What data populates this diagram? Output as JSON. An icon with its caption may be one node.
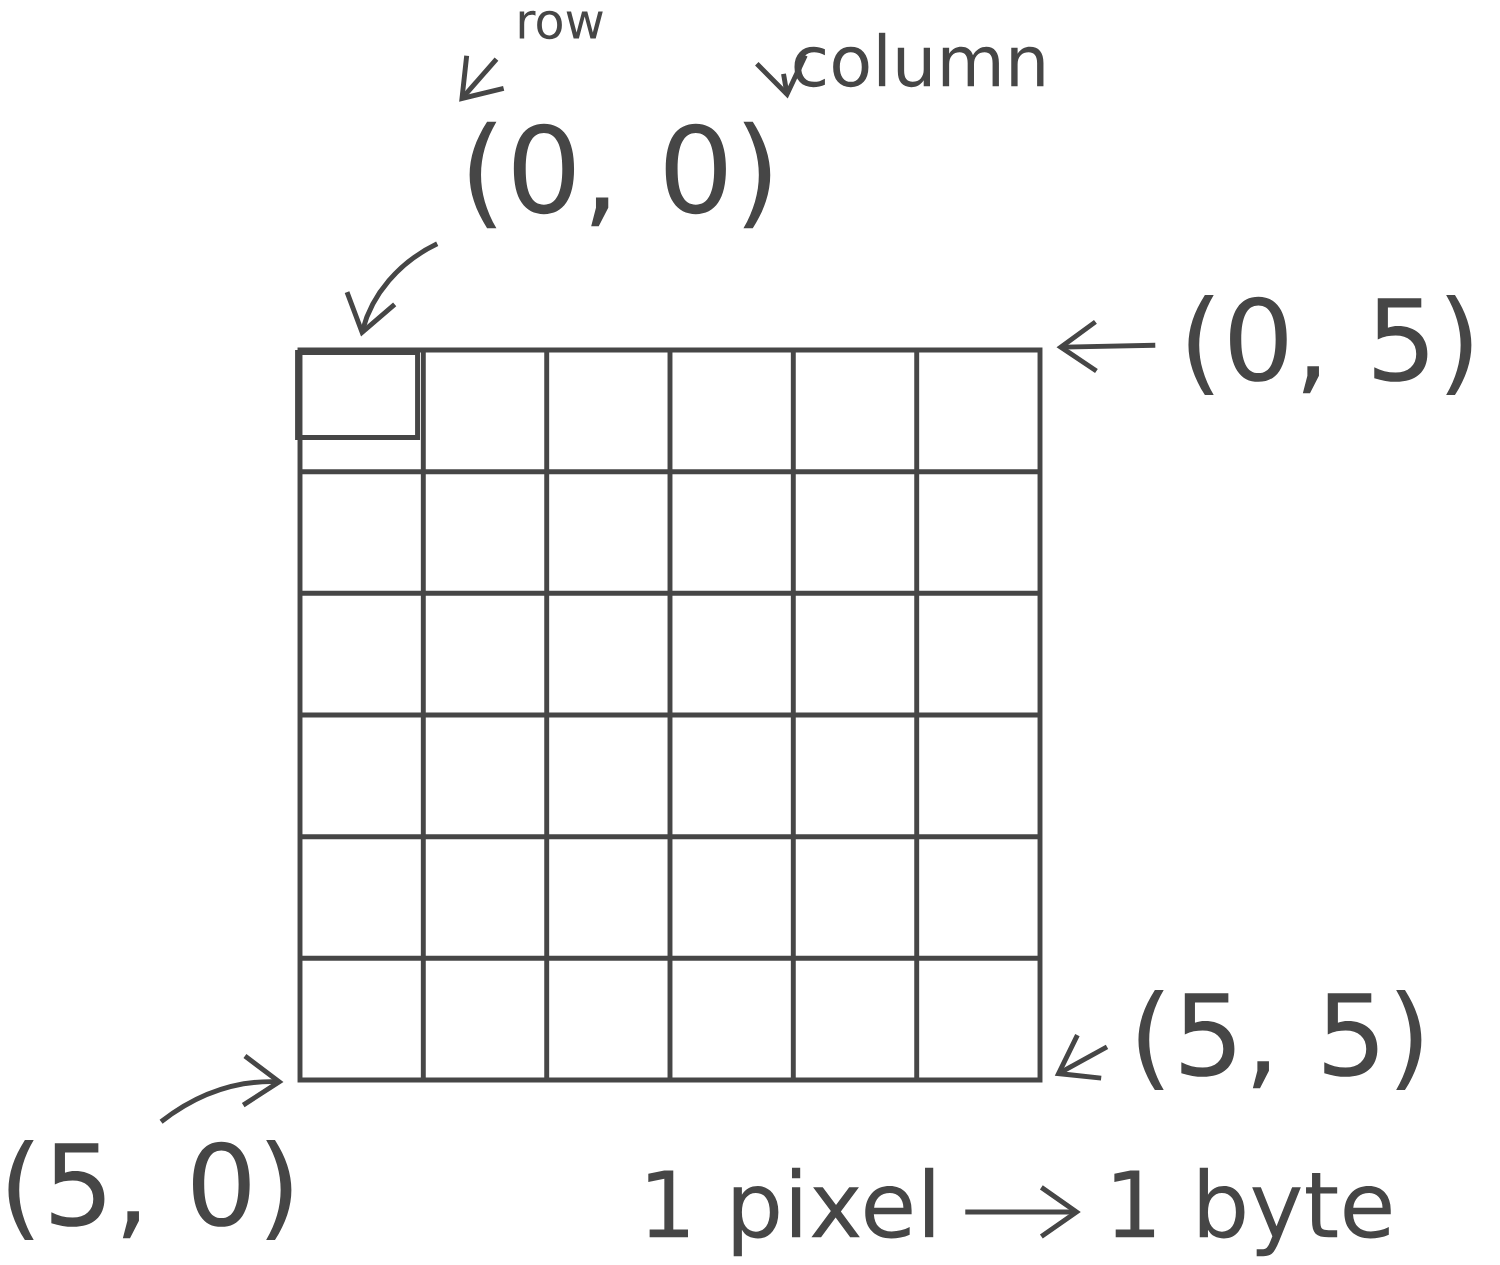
{
  "diagram": {
    "nodes": [
      {
        "text": [],
        "shape": "box"
      },
      {
        "text": [],
        "shape": "box",
        "in": 0
      },
      {
        "text": [
          "row"
        ]
      },
      {
        "text": [
          "column"
        ]
      },
      {
        "text": [
          "(0, 0)"
        ]
      },
      {
        "text": [
          "(0, 5)"
        ]
      },
      {
        "text": [
          "(5, 5)"
        ]
      },
      {
        "text": [
          "(5, 0)"
        ]
      },
      {
        "text": [
          "1 pixel"
        ]
      },
      {
        "text": [
          "1 byte"
        ]
      }
    ],
    "edges": [
      {
        "from": 2,
        "to": 4,
        "arrow": "to"
      },
      {
        "from": 3,
        "to": 4,
        "arrow": "to"
      },
      {
        "from": 4,
        "to": 1,
        "arrow": "to"
      },
      {
        "from": 5,
        "to": 0,
        "arrow": "to"
      },
      {
        "from": 6,
        "to": 0,
        "arrow": "to"
      },
      {
        "from": 7,
        "to": 0,
        "arrow": "to"
      },
      {
        "from": 8,
        "to": 9,
        "arrow": "to"
      }
    ]
  }
}
